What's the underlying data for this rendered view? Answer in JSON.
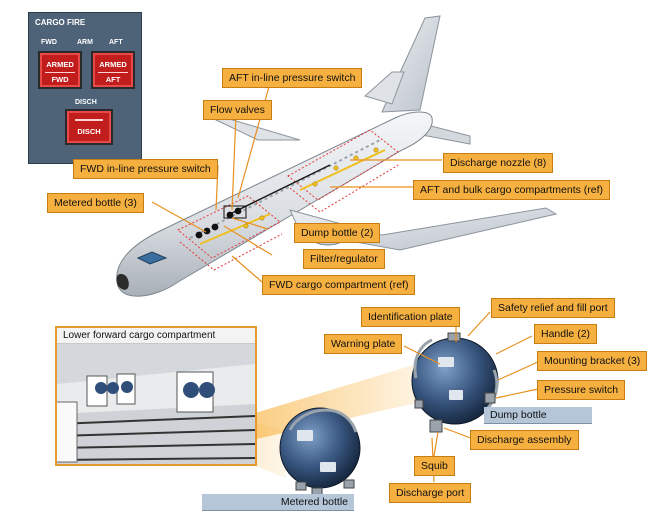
{
  "panel": {
    "title": "CARGO FIRE",
    "fwd": "FWD",
    "arm": "ARM",
    "aft": "AFT",
    "fwd_button": {
      "line1": "ARMED",
      "line2": "FWD"
    },
    "aft_button": {
      "line1": "ARMED",
      "line2": "AFT"
    },
    "disch_label": "DISCH",
    "disch_button": "DISCH"
  },
  "callouts": {
    "aft_inline_switch": "AFT in-line pressure switch",
    "flow_valves": "Flow valves",
    "fwd_inline_switch": "FWD in-line pressure switch",
    "metered_bottle_3": "Metered bottle (3)",
    "discharge_nozzle": "Discharge nozzle (8)",
    "aft_bulk_compartments": "AFT and bulk cargo compartments (ref)",
    "dump_bottle_2": "Dump bottle (2)",
    "filter_regulator": "Filter/regulator",
    "fwd_cargo_compartment": "FWD cargo compartment (ref)",
    "identification_plate": "Identification plate",
    "safety_relief": "Safety relief and fill port",
    "warning_plate": "Warning plate",
    "handle_2": "Handle (2)",
    "mounting_bracket": "Mounting bracket (3)",
    "pressure_switch": "Pressure switch",
    "discharge_assembly": "Discharge assembly",
    "squib": "Squib",
    "discharge_port": "Discharge port"
  },
  "tags": {
    "dump_bottle": "Dump bottle",
    "metered_bottle": "Metered bottle"
  },
  "inset": {
    "title": "Lower forward cargo compartment"
  },
  "colors": {
    "callout_fill": "#f6b040",
    "leader_line": "#e8901e",
    "panel_bg": "#4e6378",
    "armed_red": "#c21d1d",
    "bottle_blue": "#2f4f7a",
    "tag_fill": "#b5c6d8",
    "zone_dash": "#e23a3a"
  }
}
